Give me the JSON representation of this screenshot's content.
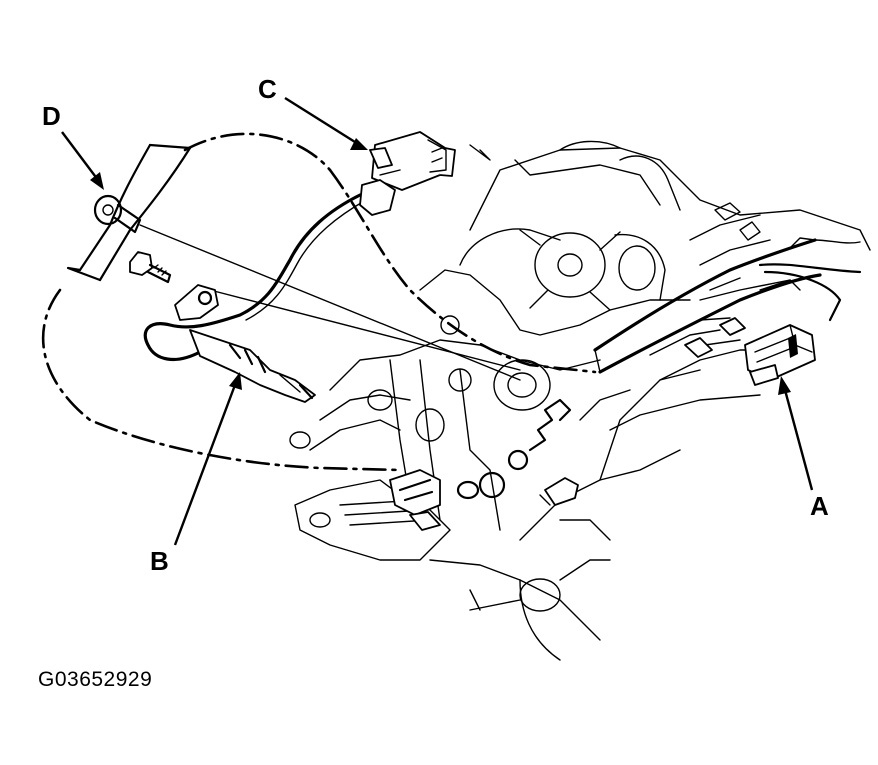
{
  "callouts": {
    "a": "A",
    "b": "B",
    "c": "C",
    "d": "D"
  },
  "figure_id": "G03652929"
}
